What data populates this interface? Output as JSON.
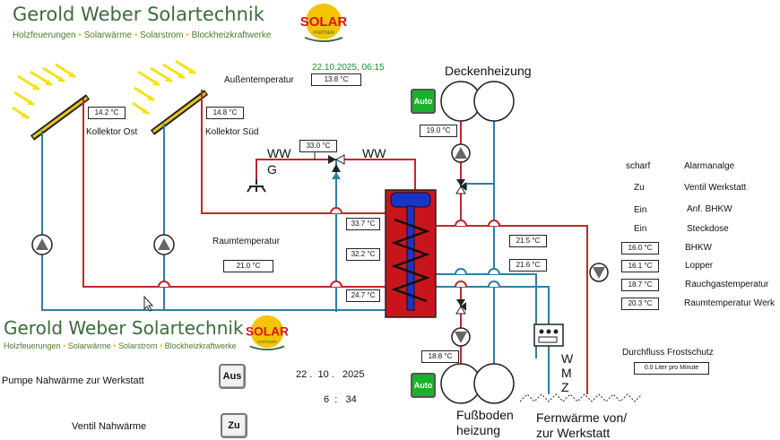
{
  "header": {
    "company": "Gerold Weber Solartechnik",
    "tagline": [
      "Holzfeuerungen",
      "Solarwärme",
      "Solarstrom",
      "Blockheizkraftwerke"
    ],
    "logo_text": "SOLAR",
    "logo_sub": "PARTNER"
  },
  "datetime": "22.10.2025, 06:15",
  "aussentemp": {
    "label": "Außentemperatur",
    "value": "13.8 °C"
  },
  "collectors": {
    "ost": {
      "label": "Kollektor Ost",
      "value": "14.2 °C"
    },
    "sued": {
      "label": "Kollektor Süd",
      "value": "14.8 °C"
    }
  },
  "ww": {
    "left_label": "WW",
    "g_label": "G",
    "right_label": "WW",
    "value": "33.0 °C"
  },
  "raumtemp": {
    "label": "Raumtemperatur",
    "value": "21.0 °C"
  },
  "tank_values": [
    "33.7 °C",
    "32.2 °C",
    "24.7 °C"
  ],
  "right_values": [
    "21.5 °C",
    "21.6 °C"
  ],
  "deckenheizung": {
    "label": "Deckenheizung",
    "auto": "Auto",
    "value": "19.0 °C"
  },
  "fussboden": {
    "label1": "Fußboden",
    "label2": "heizung",
    "auto": "Auto",
    "value": "18.8 °C"
  },
  "status_list": [
    {
      "state": "scharf",
      "name": "Alarmanalge"
    },
    {
      "state": "Zu",
      "name": "Ventil Werkstatt"
    },
    {
      "state": "Ein",
      "name": "Anf. BHKW"
    },
    {
      "state": "Ein",
      "name": "Steckdose"
    }
  ],
  "temps_list": [
    {
      "value": "16.0 °C",
      "name": "BHKW"
    },
    {
      "value": "16.1 °C",
      "name": "Lopper"
    },
    {
      "value": "18.7 °C",
      "name": "Rauchgastemperatur"
    },
    {
      "value": "20.3 °C",
      "name": "Raumtemperatur Werk"
    }
  ],
  "durchfluss": {
    "label": "Durchfluss Frostschutz",
    "value": "0.0 Liter pro Minute"
  },
  "wmz": [
    "W",
    "M",
    "Z"
  ],
  "fernwaerme": {
    "line1": "Fernwärme von/",
    "line2": "zur Werkstatt"
  },
  "controls": {
    "pumpe_label": "Pumpe  Nahwärme zur Werkstatt",
    "pumpe_btn": "Aus",
    "ventil_label": "Ventil Nahwärme",
    "ventil_btn": "Zu",
    "date_d": "22",
    "date_m": "10",
    "date_y": "2025",
    "time_h": "6",
    "time_m": "34"
  },
  "colors": {
    "hot": "#c0282a",
    "cold": "#2f7ea6",
    "tank": "#c8151b",
    "accent_green": "#18b32c",
    "brand_green": "#3c6b3a"
  }
}
